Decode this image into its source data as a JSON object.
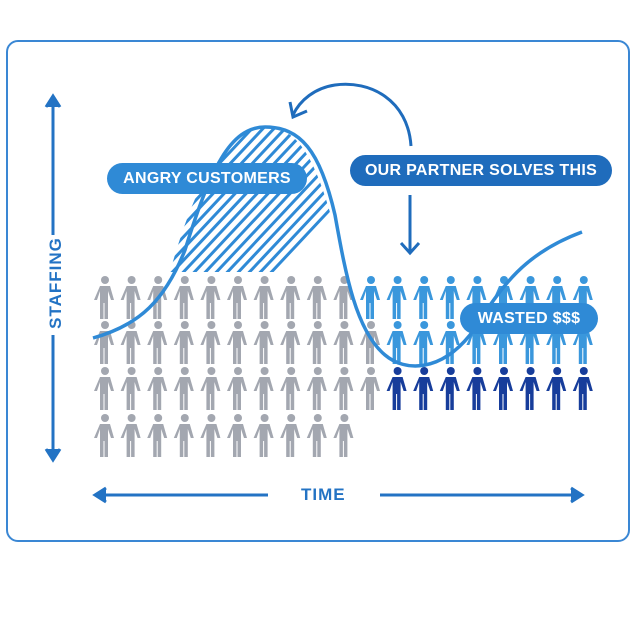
{
  "labels": {
    "angry": "ANGRY CUSTOMERS",
    "partner": "OUR PARTNER SOLVES THIS",
    "wasted": "WASTED $$$",
    "y_axis": "STAFFING",
    "x_axis": "TIME"
  },
  "colors": {
    "frame": "#3a87d4",
    "curve": "#2f8ad6",
    "gray_person": "#a3a7b0",
    "blue_person": "#3a97dc",
    "dark_person": "#173d9b",
    "pill_light": "#2f8ad6",
    "pill_dark": "#1f6cbc"
  },
  "people_grid": {
    "columns": 19,
    "rows": [
      {
        "gray": 10,
        "blue": 9,
        "dark": 0
      },
      {
        "gray": 11,
        "blue": 8,
        "dark": 0
      },
      {
        "gray": 11,
        "blue": 0,
        "dark": 8
      },
      {
        "gray": 10,
        "blue": 0,
        "dark": 0
      }
    ]
  }
}
